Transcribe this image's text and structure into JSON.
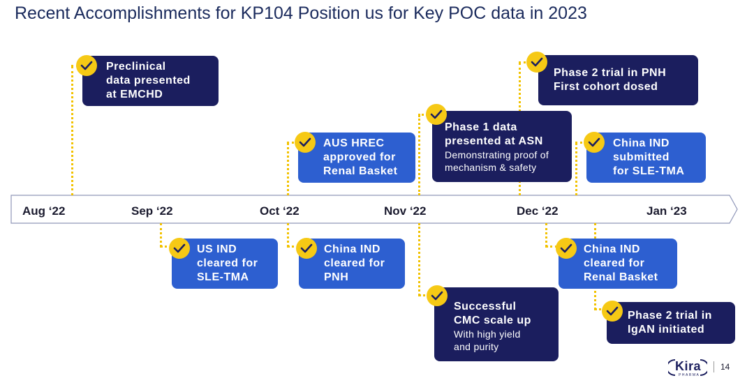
{
  "title": "Recent Accomplishments for KP104 Position us for Key POC data in 2023",
  "months": [
    "Aug ‘22",
    "Sep ‘22",
    "Oct ‘22",
    "Nov ‘22",
    "Dec ‘22",
    "Jan ‘23"
  ],
  "milestones": {
    "preclinical": {
      "lines": [
        "Preclinical",
        "data presented",
        "at EMCHD"
      ]
    },
    "aus_hrec": {
      "lines": [
        "AUS HREC",
        "approved for",
        "Renal Basket"
      ]
    },
    "phase1": {
      "lines": [
        "Phase 1 data",
        "presented at ASN"
      ],
      "sub": [
        "Demonstrating proof of",
        "mechanism & safety"
      ]
    },
    "phase2_pnh": {
      "lines": [
        "Phase 2 trial in PNH",
        "First cohort dosed"
      ]
    },
    "china_ind_sle": {
      "lines": [
        "China IND",
        "submitted",
        "for SLE-TMA"
      ]
    },
    "us_ind": {
      "lines": [
        "US IND",
        "cleared for",
        "SLE-TMA"
      ]
    },
    "china_ind_pnh": {
      "lines": [
        "China IND",
        "cleared for",
        "PNH"
      ]
    },
    "cmc": {
      "lines": [
        "Successful",
        "CMC scale up"
      ],
      "sub": [
        "With high yield",
        "and purity"
      ]
    },
    "china_ind_renal": {
      "lines": [
        "China IND",
        "cleared for",
        "Renal Basket"
      ]
    },
    "phase2_igan": {
      "lines": [
        "Phase 2 trial in",
        "IgAN initiated"
      ]
    }
  },
  "logo": {
    "name": "Kira",
    "tagline": "PHARMA"
  },
  "page_number": "14",
  "colors": {
    "navy": "#1b1e5e",
    "blue": "#2d5fd0",
    "check": "#f6c915",
    "connector": "#f2c200"
  }
}
